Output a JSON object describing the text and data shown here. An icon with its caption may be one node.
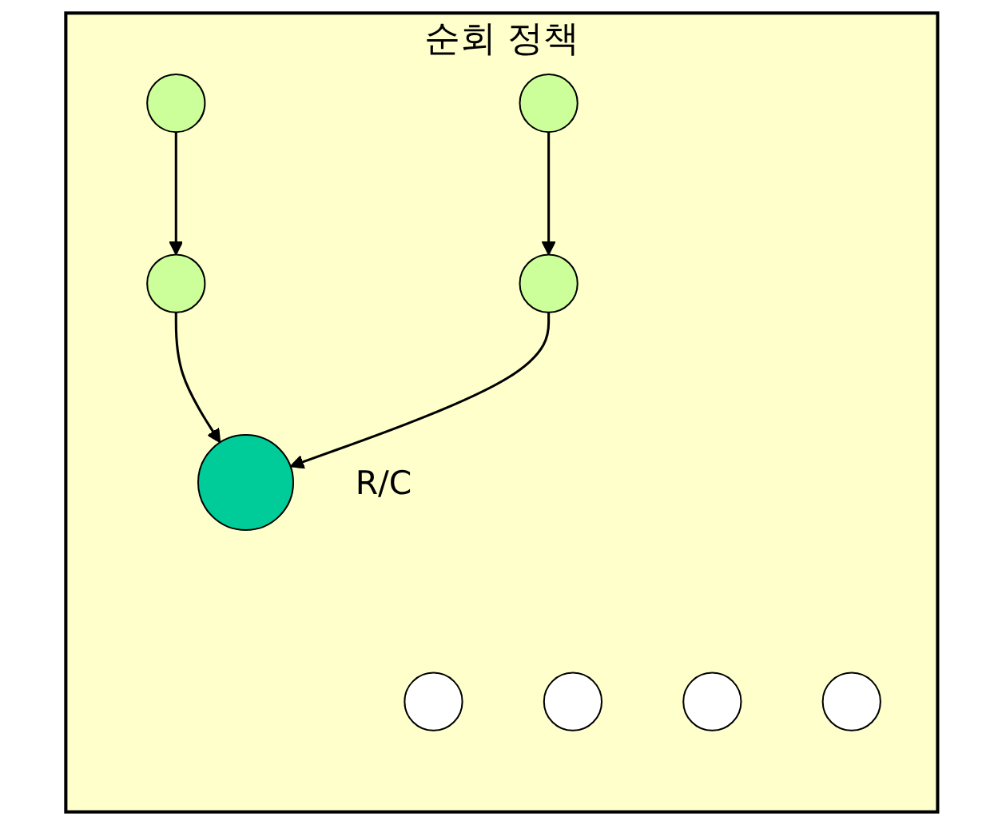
{
  "diagram": {
    "nodes": [
      {
        "text": [
          "순회 정책"
        ]
      },
      {
        "text": [],
        "shape": "circle",
        "in": 0
      },
      {
        "text": [],
        "shape": "circle",
        "in": 0
      },
      {
        "text": [],
        "shape": "circle",
        "in": 0
      },
      {
        "text": [],
        "shape": "circle",
        "in": 0
      },
      {
        "text": [],
        "shape": "circle",
        "in": 0
      },
      {
        "text": [],
        "shape": "circle",
        "in": 0
      },
      {
        "text": [],
        "shape": "circle",
        "in": 0
      },
      {
        "text": [],
        "shape": "circle",
        "in": 0
      },
      {
        "text": [],
        "shape": "circle",
        "in": 0,
        "beside": [
          "R/C"
        ]
      }
    ],
    "edges": [
      {
        "from": 1,
        "to": 2,
        "arrow": "to"
      },
      {
        "from": 2,
        "to": 9,
        "arrow": "to"
      },
      {
        "from": 5,
        "to": 8,
        "arrow": "to"
      },
      {
        "from": 8,
        "to": 9,
        "arrow": "to"
      }
    ]
  }
}
